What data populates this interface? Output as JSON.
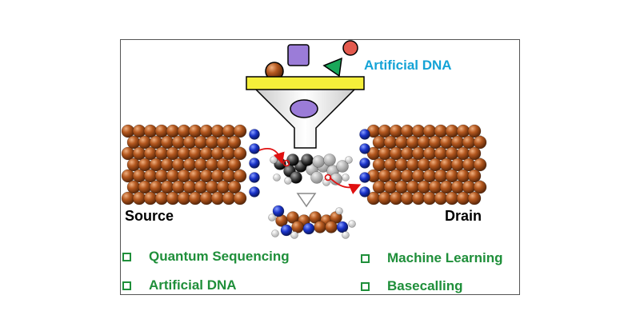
{
  "title": "Artificial DNA",
  "electrodes": {
    "left": "Source",
    "right": "Drain"
  },
  "bullets": [
    {
      "label": "Quantum Sequencing"
    },
    {
      "label": "Artificial DNA"
    },
    {
      "label": "Machine Learning"
    },
    {
      "label": "Basecalling"
    }
  ],
  "colors": {
    "title": "#14a3d6",
    "bullet_text": "#1f8f3a",
    "electrode_atom": "#b4581f",
    "edge_atom": "#1a33c9",
    "funnel": "#f5ef3a",
    "shape_purple": "#9b7cd8",
    "shape_green": "#1aa85a",
    "shape_red": "#e35a4e",
    "shape_brown": "#b4581f"
  }
}
